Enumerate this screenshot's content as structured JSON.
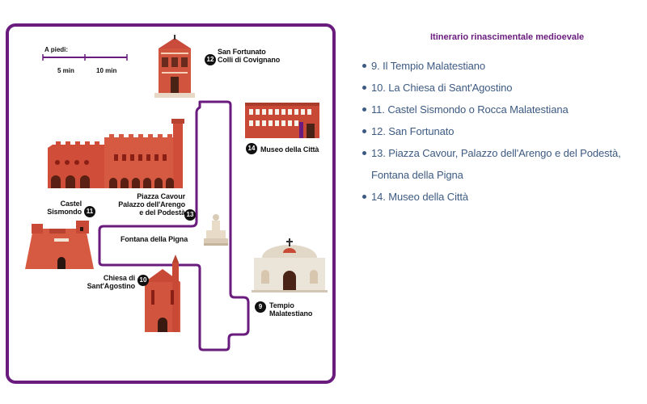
{
  "map": {
    "route_color": "#6a1b7e",
    "scale": {
      "title": "A piedi:",
      "tick_5": "5 min",
      "tick_10": "10 min"
    },
    "stops": [
      {
        "number": "12",
        "line1": "San Fortunato",
        "line2": "Colli di Covignano"
      },
      {
        "number": "14",
        "line1": "Museo della Città"
      },
      {
        "number": "13",
        "line1": "Piazza Cavour",
        "line2": "Palazzo dell'Arengo",
        "line3": "e del Podestà"
      },
      {
        "number": "11",
        "line1": "Castel",
        "line2": "Sismondo"
      },
      {
        "number": "10",
        "line1": "Chiesa di",
        "line2": "Sant'Agostino"
      },
      {
        "number": "9",
        "line1": "Tempio",
        "line2": "Malatestiano"
      }
    ],
    "fountain_label": "Fontana della Pigna"
  },
  "sidebar": {
    "title": "Itinerario rinascimentale medioevale",
    "items": [
      "9. Il Tempio Malatestiano",
      "10. La Chiesa di Sant'Agostino",
      "11. Castel Sismondo o Rocca Malatestiana",
      "12. San Fortunato",
      "13. Piazza Cavour, Palazzo dell'Arengo e del Podestà, Fontana della Pigna",
      "14. Museo della Città"
    ]
  }
}
